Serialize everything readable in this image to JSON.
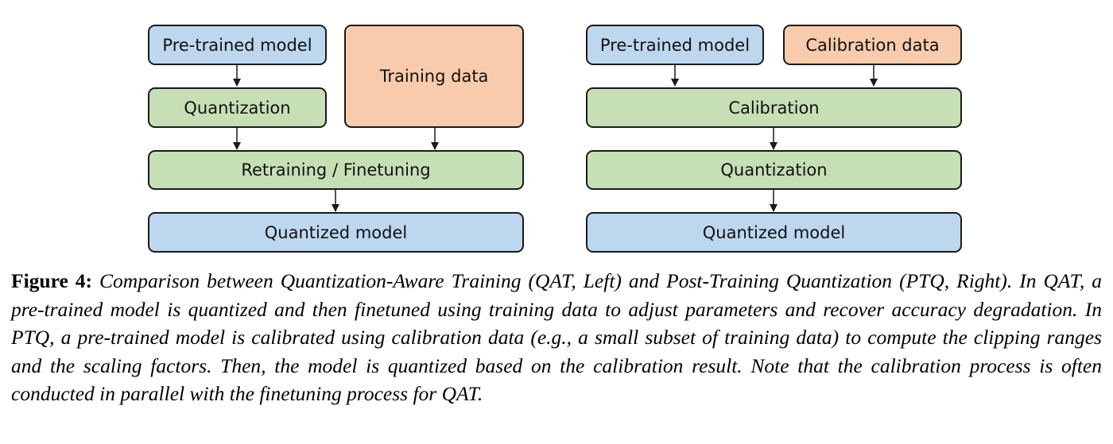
{
  "qat": {
    "pretrained": "Pre-trained model",
    "training_data": "Training data",
    "quantization": "Quantization",
    "retraining": "Retraining / Finetuning",
    "quantized_model": "Quantized model"
  },
  "ptq": {
    "pretrained": "Pre-trained model",
    "calibration_data": "Calibration data",
    "calibration": "Calibration",
    "quantization": "Quantization",
    "quantized_model": "Quantized model"
  },
  "caption": {
    "label": "Figure 4:",
    "text": "Comparison between Quantization-Aware Training (QAT, Left) and Post-Training Quantization (PTQ, Right). In QAT, a pre-trained model is quantized and then finetuned using training data to adjust parameters and recover accuracy degradation. In PTQ, a pre-trained model is calibrated using calibration data (e.g., a small subset of training data) to compute the clipping ranges and the scaling factors. Then, the model is quantized based on the calibration result. Note that the calibration process is often conducted in parallel with the finetuning process for QAT."
  },
  "colors": {
    "blue": "#bdd7ee",
    "green": "#c5e0b4",
    "orange": "#f8cbad",
    "border": "#1a1a1a"
  }
}
